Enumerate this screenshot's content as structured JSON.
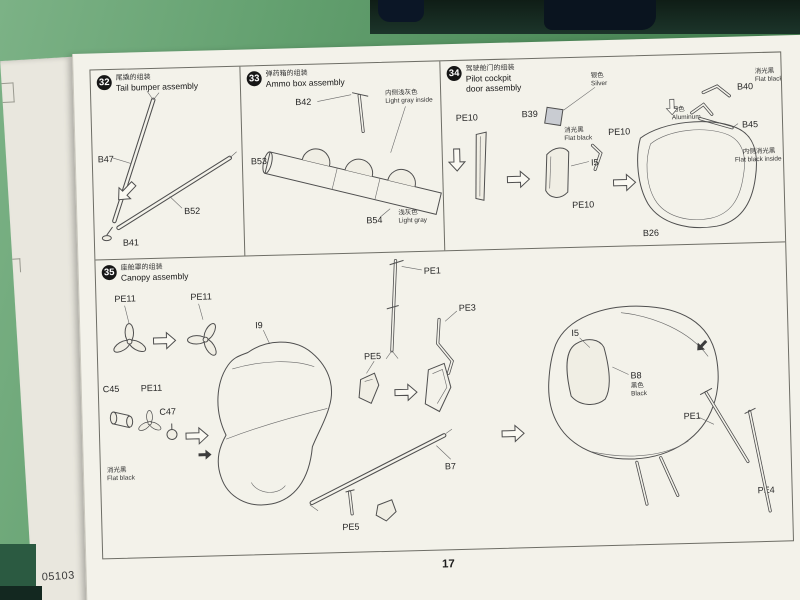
{
  "page": {
    "number": "17",
    "kit_code": "05103"
  },
  "steps": {
    "s32": {
      "number": "32",
      "title_cn": "尾撬的组装",
      "title_en": "Tail bumper assembly",
      "labels": {
        "b47": "B47",
        "b52": "B52",
        "b41": "B41"
      }
    },
    "s33": {
      "number": "33",
      "title_cn": "弹药箱的组装",
      "title_en": "Ammo box assembly",
      "labels": {
        "b42": "B42",
        "b53": "B53",
        "b54": "B54"
      },
      "notes": {
        "inside_cn": "内侧浅灰色",
        "inside_en": "Light gray inside",
        "gray_cn": "浅灰色",
        "gray_en": "Light gray"
      }
    },
    "s34": {
      "number": "34",
      "title_cn": "驾驶舱门的组装",
      "title_en_line1": "Pilot cockpit",
      "title_en_line2": "door assembly",
      "labels": {
        "pe10_left": "PE10",
        "b39": "B39",
        "b40": "B40",
        "b45": "B45",
        "i5": "I5",
        "pe10_mid": "PE10",
        "pe10_bottom": "PE10",
        "b26": "B26"
      },
      "notes": {
        "silver_cn": "银色",
        "silver_en": "Silver",
        "flatblack1_cn": "消光黑",
        "flatblack1_en": "Flat black",
        "flatblack2_cn": "消光黑",
        "flatblack2_en": "Flat black",
        "aluminum_cn": "铝色",
        "aluminum_en": "Aluminum",
        "inside_cn": "内侧消光黑",
        "inside_en": "Flat black inside"
      }
    },
    "s35": {
      "number": "35",
      "title_cn": "座舱罩的组装",
      "title_en": "Canopy assembly",
      "labels": {
        "pe11_a": "PE11",
        "pe11_b": "PE11",
        "c45": "C45",
        "pe11_c": "PE11",
        "c47": "C47",
        "i9": "I9",
        "pe1_top": "PE1",
        "pe3": "PE3",
        "pe5_mid": "PE5",
        "b7": "B7",
        "pe5_bottom": "PE5",
        "i5": "I5",
        "b8": "B8",
        "pe1_right": "PE1",
        "pe4": "PE4"
      },
      "notes": {
        "flatblack_cn": "消光黑",
        "flatblack_en": "Flat black",
        "black_cn": "黑色",
        "black_en": "Black"
      }
    }
  }
}
